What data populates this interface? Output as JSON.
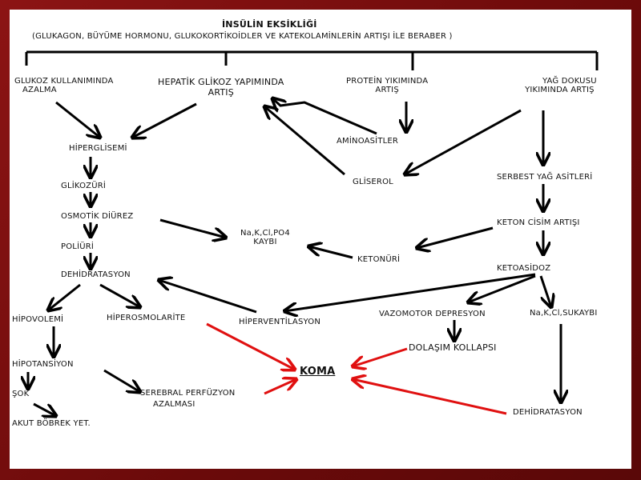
{
  "title": "İNSÜLİN EKSİKLİĞİ",
  "subtitle": "(GLUKAGON, BÜYÜME HORMONU, GLUKOKORTİKOİDLER VE KATEKOLAMİNLERİN ARTIŞI İLE BERABER )",
  "nodes": {
    "glukoz_kullanim_1": "GLUKOZ KULLANIMINDA",
    "glukoz_kullanim_2": "AZALMA",
    "hepatik": "HEPATİK GLİKOZ YAPIMINDA",
    "hepatik_2": "ARTIŞ",
    "protein_1": "PROTEİN YIKIMINDA",
    "protein_2": "ARTIŞ",
    "yag_1": "YAĞ DOKUSU",
    "yag_2": "YIKIMINDA ARTIŞ",
    "hiperglisemi": "HİPERGLİSEMİ",
    "aminoasitler": "AMİNOASİTLER",
    "glikozuri": "GLİKOZÜRİ",
    "gliserol": "GLİSEROL",
    "serbest": "SERBEST YAĞ ASİTLERİ",
    "osmotik": "OSMOTİK DİÜREZ",
    "keton_cisim": "KETON CİSİM ARTIŞI",
    "elektrolit_1": "Na,K,Cl,PO4",
    "elektrolit_2": "KAYBI",
    "poliuri": "POLİÜRİ",
    "ketonuri": "KETONÜRİ",
    "ketoasidoz": "KETOASİDOZ",
    "dehidratasyon": "DEHİDRATASYON",
    "hipovolemi": "HİPOVOLEMİ",
    "hiperosmolarite": "HİPEROSMOLARİTE",
    "hiperventilasyon": "HİPERVENTİLASYON",
    "vazomotor": "VAZOMOTOR DEPRESYON",
    "nakcl": "Na,K,Cl,SUKAYBI",
    "dolasim": "DOLAŞIM KOLLAPSI",
    "koma": "KOMA",
    "hipotansiyon": "HİPOTANSİYON",
    "sok": "ŞOK",
    "serebral_1": "SEREBRAL PERFÜZYON",
    "serebral_2": "AZALMASI",
    "akut": "AKUT BÖBREK YET.",
    "dehidratasyon2": "DEHİDRATASYON"
  },
  "colors": {
    "arrow": "#000000",
    "koma_arrow": "#e01010",
    "frame": "#7a0d0d"
  }
}
